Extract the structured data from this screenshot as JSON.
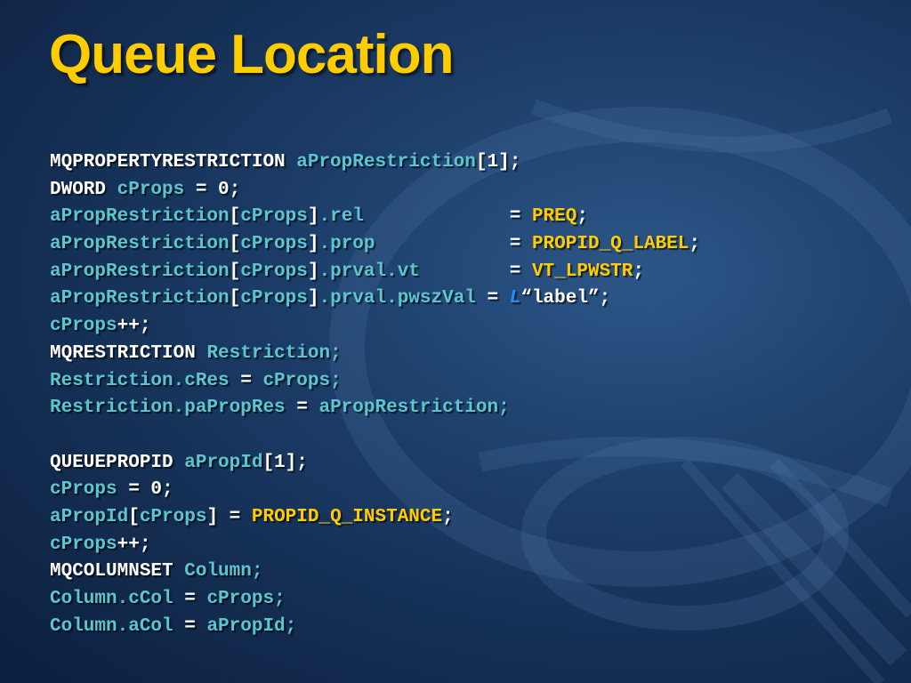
{
  "slide": {
    "title": "Queue Location",
    "code_lines": [
      [
        {
          "t": "MQPROPERTYRESTRICTION ",
          "c": "w"
        },
        {
          "t": "aPropRestriction",
          "c": "c"
        },
        {
          "t": "[1];",
          "c": "w"
        }
      ],
      [
        {
          "t": "DWORD ",
          "c": "w"
        },
        {
          "t": "cProps",
          "c": "c"
        },
        {
          "t": " = 0;",
          "c": "w"
        }
      ],
      [
        {
          "t": "aPropRestriction",
          "c": "c"
        },
        {
          "t": "[",
          "c": "w"
        },
        {
          "t": "cProps",
          "c": "c"
        },
        {
          "t": "]",
          "c": "w"
        },
        {
          "t": ".rel             ",
          "c": "c"
        },
        {
          "t": "= ",
          "c": "w"
        },
        {
          "t": "PREQ",
          "c": "y"
        },
        {
          "t": ";",
          "c": "w"
        }
      ],
      [
        {
          "t": "aPropRestriction",
          "c": "c"
        },
        {
          "t": "[",
          "c": "w"
        },
        {
          "t": "cProps",
          "c": "c"
        },
        {
          "t": "]",
          "c": "w"
        },
        {
          "t": ".prop            ",
          "c": "c"
        },
        {
          "t": "= ",
          "c": "w"
        },
        {
          "t": "PROPID_Q_LABEL",
          "c": "y"
        },
        {
          "t": ";",
          "c": "w"
        }
      ],
      [
        {
          "t": "aPropRestriction",
          "c": "c"
        },
        {
          "t": "[",
          "c": "w"
        },
        {
          "t": "cProps",
          "c": "c"
        },
        {
          "t": "]",
          "c": "w"
        },
        {
          "t": ".prval.vt        ",
          "c": "c"
        },
        {
          "t": "= ",
          "c": "w"
        },
        {
          "t": "VT_LPWSTR",
          "c": "y"
        },
        {
          "t": ";",
          "c": "w"
        }
      ],
      [
        {
          "t": "aPropRestriction",
          "c": "c"
        },
        {
          "t": "[",
          "c": "w"
        },
        {
          "t": "cProps",
          "c": "c"
        },
        {
          "t": "]",
          "c": "w"
        },
        {
          "t": ".prval.pwszVal ",
          "c": "c"
        },
        {
          "t": "= ",
          "c": "w"
        },
        {
          "t": "L",
          "c": "b"
        },
        {
          "t": "“label”;",
          "c": "w"
        }
      ],
      [
        {
          "t": "cProps",
          "c": "c"
        },
        {
          "t": "++;",
          "c": "w"
        }
      ],
      [
        {
          "t": "MQRESTRICTION ",
          "c": "w"
        },
        {
          "t": "Restriction;",
          "c": "c"
        }
      ],
      [
        {
          "t": "Restriction.cRes",
          "c": "c"
        },
        {
          "t": " = ",
          "c": "w"
        },
        {
          "t": "cProps;",
          "c": "c"
        }
      ],
      [
        {
          "t": "Restriction.paPropRes",
          "c": "c"
        },
        {
          "t": " = ",
          "c": "w"
        },
        {
          "t": "aPropRestriction;",
          "c": "c"
        }
      ],
      [],
      [
        {
          "t": "QUEUEPROPID ",
          "c": "w"
        },
        {
          "t": "aPropId",
          "c": "c"
        },
        {
          "t": "[1];",
          "c": "w"
        }
      ],
      [
        {
          "t": "cProps",
          "c": "c"
        },
        {
          "t": " = 0;",
          "c": "w"
        }
      ],
      [
        {
          "t": "aPropId",
          "c": "c"
        },
        {
          "t": "[",
          "c": "w"
        },
        {
          "t": "cProps",
          "c": "c"
        },
        {
          "t": "] = ",
          "c": "w"
        },
        {
          "t": "PROPID_Q_INSTANCE",
          "c": "y"
        },
        {
          "t": ";",
          "c": "w"
        }
      ],
      [
        {
          "t": "cProps",
          "c": "c"
        },
        {
          "t": "++;",
          "c": "w"
        }
      ],
      [
        {
          "t": "MQCOLUMNSET ",
          "c": "w"
        },
        {
          "t": "Column;",
          "c": "c"
        }
      ],
      [
        {
          "t": "Column.cCol",
          "c": "c"
        },
        {
          "t": " = ",
          "c": "w"
        },
        {
          "t": "cProps;",
          "c": "c"
        }
      ],
      [
        {
          "t": "Column.aCol",
          "c": "c"
        },
        {
          "t": " = ",
          "c": "w"
        },
        {
          "t": "aPropId;",
          "c": "c"
        }
      ]
    ]
  },
  "colors": {
    "title": "#ffcc00",
    "keyword_white": "#ffffff",
    "identifier_cyan": "#5cc6d0",
    "constant_yellow": "#ffcc00",
    "prefix_blue": "#1e90ff",
    "background": "#1d3f6b"
  }
}
